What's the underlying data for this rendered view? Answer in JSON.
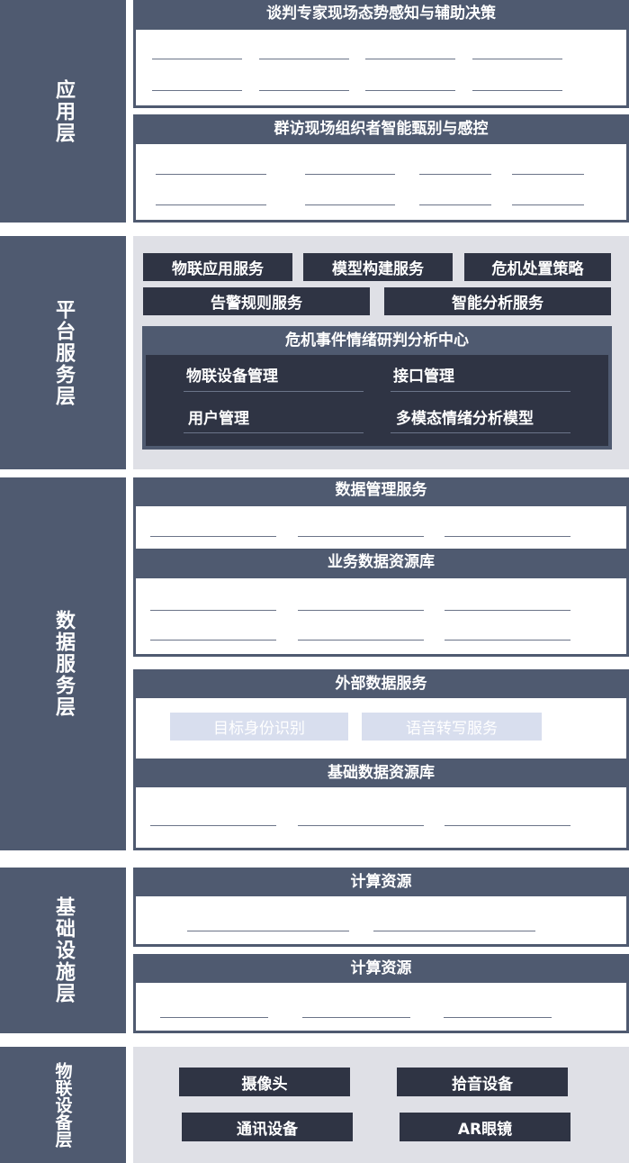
{
  "layers": {
    "app": "应用层",
    "platform": "平台服务层",
    "data": "数据服务层",
    "infra": "基础设施层",
    "iot": "物联设备层"
  },
  "app": {
    "panel1_title": "谈判专家现场态势感知与辅助决策",
    "panel2_title": "群访现场组织者智能甄别与感控"
  },
  "platform": {
    "services_row1": [
      "物联应用服务",
      "模型构建服务",
      "危机处置策略"
    ],
    "services_row2": [
      "告警规则服务",
      "智能分析服务"
    ],
    "center_title": "危机事件情绪研判分析中心",
    "center_items": [
      "物联设备管理",
      "接口管理",
      "用户管理",
      "多模态情绪分析模型"
    ]
  },
  "data": {
    "panel1_title1": "数据管理服务",
    "panel1_title2": "业务数据资源库",
    "panel2_title1": "外部数据服务",
    "external_items": [
      "目标身份识别",
      "语音转写服务"
    ],
    "panel2_title2": "基础数据资源库"
  },
  "infra": {
    "panel1_title": "计算资源",
    "panel2_title": "计算资源"
  },
  "iot": {
    "devices": [
      "摄像头",
      "拾音设备",
      "通讯设备",
      "AR眼镜"
    ]
  }
}
